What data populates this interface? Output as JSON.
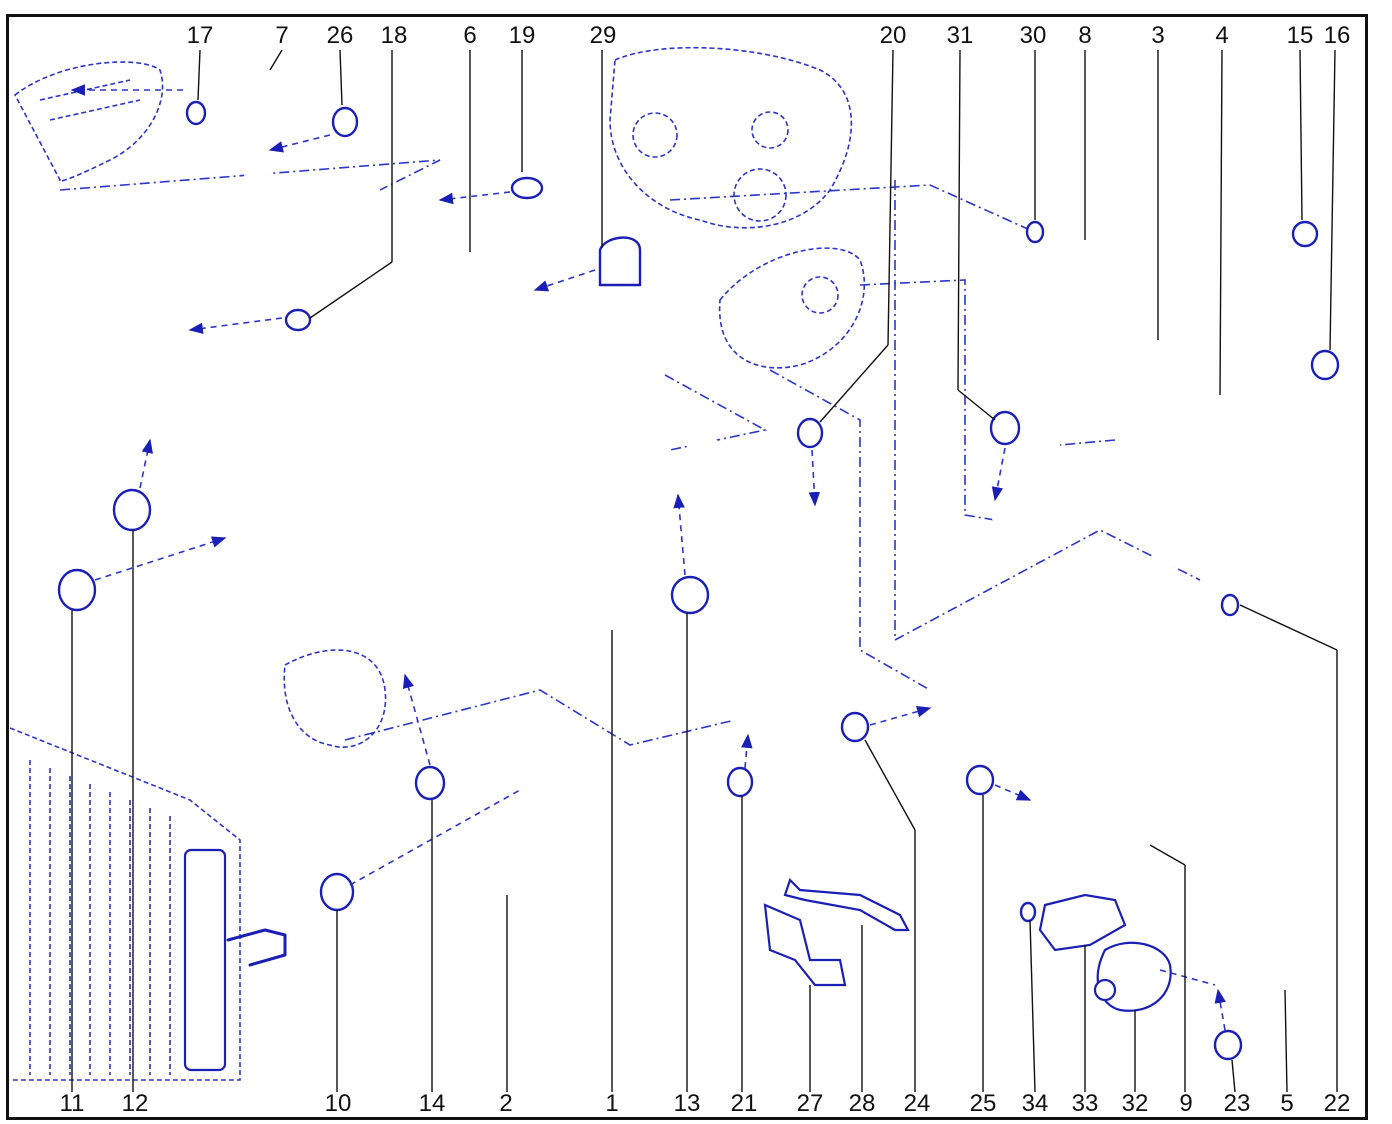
{
  "diagram": {
    "labels_top": [
      "17",
      "7",
      "26",
      "18",
      "6",
      "19",
      "29",
      "20",
      "31",
      "30",
      "8",
      "3",
      "4",
      "15",
      "16"
    ],
    "labels_bottom": [
      "11",
      "12",
      "10",
      "14",
      "2",
      "1",
      "13",
      "21",
      "27",
      "28",
      "24",
      "25",
      "34",
      "33",
      "32",
      "9",
      "23",
      "5",
      "22"
    ]
  },
  "colors": {
    "line": "#1a1fb5",
    "text": "#111111",
    "frame": "#111111"
  }
}
